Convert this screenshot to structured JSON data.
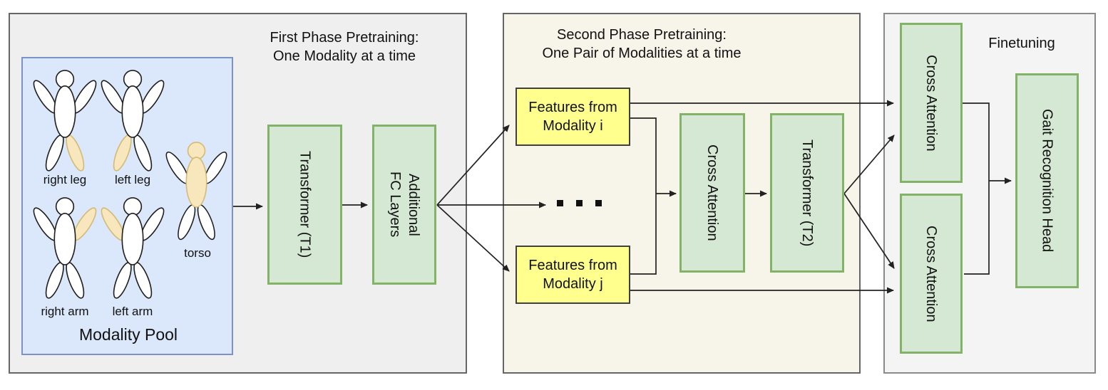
{
  "panels": {
    "first_phase": {
      "title": [
        "First Phase Pretraining:",
        "One Modality at a time"
      ]
    },
    "second_phase": {
      "title": [
        "Second Phase Pretraining:",
        "One Pair of Modalities at a time"
      ]
    },
    "finetuning": {
      "title": "Finetuning"
    }
  },
  "modality_pool": {
    "label": "Modality Pool",
    "figure_labels": [
      "right leg",
      "left leg",
      "torso",
      "right arm",
      "left arm"
    ]
  },
  "boxes": {
    "transformer_t1": {
      "label": "Transformer (T1)"
    },
    "additional_fc": {
      "lines": [
        "Additional",
        "FC Layers"
      ]
    },
    "features_i": {
      "lines": [
        "Features from",
        "Modality i"
      ]
    },
    "features_j": {
      "lines": [
        "Features from",
        "Modality j"
      ]
    },
    "cross_attention_mid": {
      "label": "Cross Attention"
    },
    "transformer_t2": {
      "label": "Transformer (T2)"
    },
    "cross_attention_top": {
      "label": "Cross Attention"
    },
    "cross_attention_bottom": {
      "label": "Cross Attention"
    },
    "gait_recognition_head": {
      "label": "Gait Recognition Head"
    }
  },
  "ellipsis": "...",
  "colors": {
    "green_fill": "#d5e8d4",
    "green_stroke": "#82b366",
    "yellow_fill": "#ffff8e",
    "yellow_stroke": "#404040",
    "pool_fill": "#dbe7fa",
    "pool_stroke": "#7d93c8",
    "panel_first_bg": "#efefef",
    "panel_second_bg": "#f7f4ea",
    "panel_finetune_bg": "#f4f4f4",
    "highlight_fill": "#f8e7bd",
    "highlight_stroke": "#d4ba76",
    "connector": "#222222"
  }
}
